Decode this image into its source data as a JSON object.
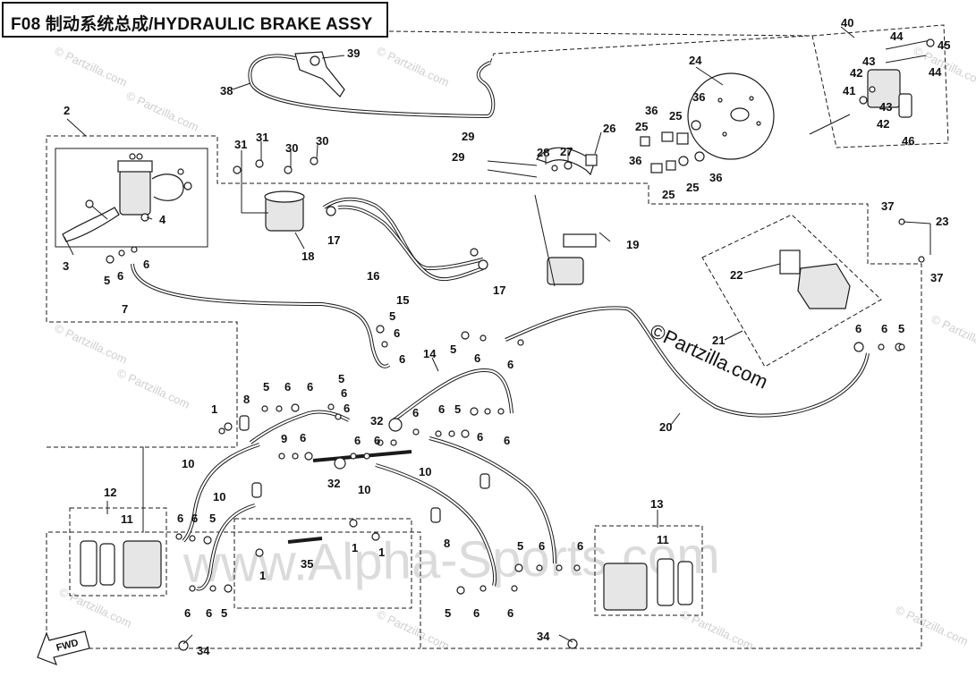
{
  "title": "F08 制动系统总成/HYDRAULIC BRAKE ASSY",
  "watermark": {
    "main": "www.Alpha-Sports.com",
    "partzilla_large": "©Partzilla.com",
    "partzilla_small": "© Partzilla.com"
  },
  "fwd_label": "FWD",
  "callouts": {
    "c2": "2",
    "c3": "3",
    "c4": "4",
    "c5a": "5",
    "c6a": "6",
    "c7": "7",
    "c18": "18",
    "c31a": "31",
    "c31b": "31",
    "c30a": "30",
    "c30b": "30",
    "c17a": "17",
    "c17b": "17",
    "c16": "16",
    "c15": "15",
    "c38": "38",
    "c39": "39",
    "c29a": "29",
    "c29b": "29",
    "c28": "28",
    "c27": "27",
    "c26": "26",
    "c19": "19",
    "c24": "24",
    "c36a": "36",
    "c36b": "36",
    "c36c": "36",
    "c36d": "36",
    "c25a": "25",
    "c25b": "25",
    "c25c": "25",
    "c25d": "25",
    "c40": "40",
    "c44a": "44",
    "c44b": "44",
    "c45": "45",
    "c43a": "43",
    "c43b": "43",
    "c42a": "42",
    "c42b": "42",
    "c41": "41",
    "c46": "46",
    "c37a": "37",
    "c37b": "37",
    "c23": "23",
    "c22": "22",
    "c21": "21",
    "c20": "20",
    "c5b": "5",
    "c6b": "6",
    "c6c": "6",
    "c6d": "6",
    "c5c": "5",
    "c6e": "6",
    "c14": "14",
    "c6f": "6",
    "c6g": "6",
    "c6h": "6",
    "c5d": "5",
    "c5e": "5",
    "c6i": "6",
    "c6j": "6",
    "c6k": "6",
    "c5f": "5",
    "c6l": "6",
    "c8a": "8",
    "c1a": "1",
    "c32a": "32",
    "c6m": "6",
    "c6n": "6",
    "c5g": "5",
    "c6o": "6",
    "c6p": "6",
    "c9": "9",
    "c6q": "6",
    "c6r": "6",
    "c6s": "6",
    "c10a": "10",
    "c10b": "10",
    "c10c": "10",
    "c10d": "10",
    "c32b": "32",
    "c12": "12",
    "c11a": "11",
    "c6t": "6",
    "c6u": "6",
    "c5h": "5",
    "c1b": "1",
    "c35": "35",
    "c1c": "1",
    "c1d": "1",
    "c8b": "8",
    "c6v": "6",
    "c6w": "6",
    "c5i": "5",
    "c34a": "34",
    "c13": "13",
    "c11b": "11",
    "c5j": "5",
    "c6x": "6",
    "c6y": "6",
    "c5k": "5",
    "c6z": "6",
    "c6aa": "6",
    "c34b": "34"
  },
  "colors": {
    "line": "#1a1a1a",
    "watermark": "#c8c8c8",
    "background": "#ffffff"
  }
}
